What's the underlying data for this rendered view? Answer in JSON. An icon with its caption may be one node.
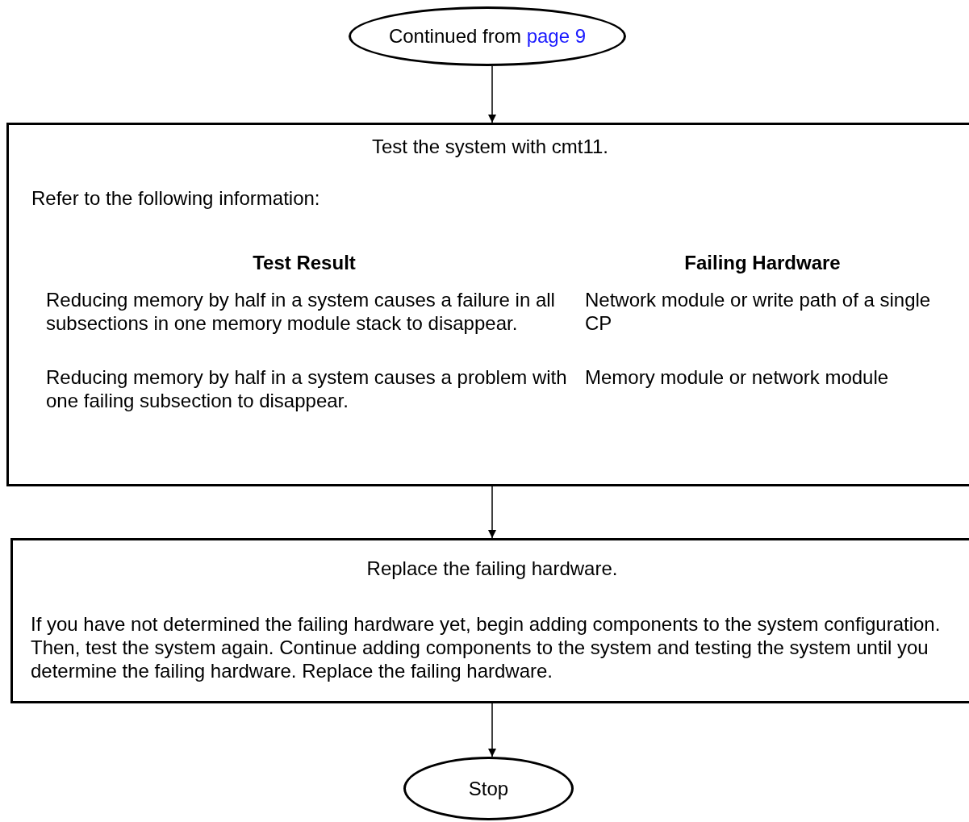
{
  "diagram": {
    "nodes": [
      {
        "text": [
          "Continued from",
          "page 9"
        ]
      },
      {
        "text": [
          "Test the system with cmt11.",
          "Refer to the following information:",
          "Test Result",
          "Failing Hardware",
          "Reducing memory by half in a system causes a failure in all subsections in one memory module stack to disappear.",
          "Network module or write path of a single CP",
          "Reducing memory by half in a system causes a problem with one failing subsection to disappear.",
          "Memory module or network module"
        ]
      },
      {
        "text": [
          "Replace the failing hardware.",
          "If you have not determined the failing hardware yet, begin adding components to the system configuration. Then, test the system again. Continue adding components to the system and testing the system until you determine the failing hardware. Replace the failing hardware."
        ]
      },
      {
        "text": [
          "Stop"
        ]
      }
    ],
    "edges": [
      {
        "from": 0,
        "to": 1,
        "arrow": "to"
      },
      {
        "from": 1,
        "to": 2,
        "arrow": "to"
      },
      {
        "from": 2,
        "to": 3,
        "arrow": "to"
      }
    ]
  }
}
